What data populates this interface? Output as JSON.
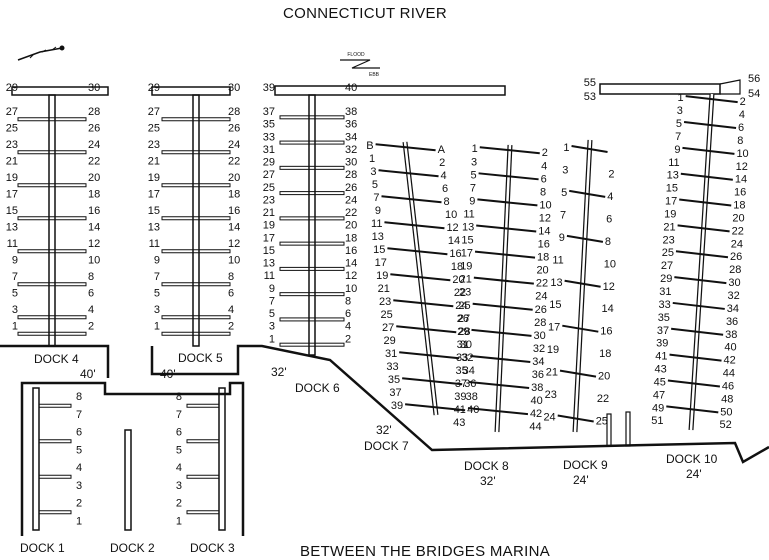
{
  "title": "CONNECTICUT RIVER",
  "footer": "BETWEEN THE BRIDGES MARINA",
  "compass": {
    "flood": "FLOOD",
    "ebb": "EBB"
  },
  "docks": {
    "d1": "DOCK 1",
    "d2": "DOCK 2",
    "d3": "DOCK 3",
    "d4": "DOCK 4",
    "d5": "DOCK 5",
    "d6": "DOCK 6",
    "d7": "DOCK 7",
    "d8": "DOCK 8",
    "d9": "DOCK 9",
    "d10": "DOCK 10"
  },
  "depths": {
    "d4": "40'",
    "d5": "40'",
    "d6": "32'",
    "d7": "32'",
    "d8": "32'",
    "d9": "24'",
    "d10": "24'"
  },
  "slip_numbers": {
    "a": [
      [
        "29",
        "30"
      ],
      [
        "27",
        "28"
      ],
      [
        "25",
        "26"
      ],
      [
        "23",
        "24"
      ],
      [
        "21",
        "22"
      ],
      [
        "19",
        "20"
      ],
      [
        "17",
        "18"
      ],
      [
        "15",
        "16"
      ],
      [
        "13",
        "14"
      ],
      [
        "11",
        "12"
      ],
      [
        "9",
        "10"
      ],
      [
        "7",
        "8"
      ],
      [
        "5",
        "6"
      ],
      [
        "3",
        "4"
      ],
      [
        "1",
        "2"
      ]
    ],
    "c": [
      [
        "39",
        "40"
      ],
      [
        "37",
        "38"
      ],
      [
        "35",
        "36"
      ],
      [
        "33",
        "34"
      ],
      [
        "31",
        "32"
      ],
      [
        "29",
        "30"
      ],
      [
        "27",
        "28"
      ],
      [
        "25",
        "26"
      ],
      [
        "23",
        "24"
      ],
      [
        "21",
        "22"
      ],
      [
        "19",
        "20"
      ],
      [
        "17",
        "18"
      ],
      [
        "15",
        "16"
      ],
      [
        "13",
        "14"
      ],
      [
        "11",
        "12"
      ],
      [
        "9",
        "10"
      ],
      [
        "7",
        "8"
      ],
      [
        "5",
        "6"
      ],
      [
        "3",
        "4"
      ],
      [
        "1",
        "2"
      ]
    ],
    "d7": [
      [
        "39",
        "40"
      ],
      [
        "37",
        "38"
      ],
      [
        "35",
        "36"
      ],
      [
        "33",
        "34"
      ],
      [
        "31",
        "32"
      ],
      [
        "29",
        "30"
      ],
      [
        "27",
        "28"
      ],
      [
        "25",
        "26"
      ],
      [
        "23",
        "24"
      ],
      [
        "21",
        "22"
      ],
      [
        "19",
        "20"
      ],
      [
        "17",
        "18"
      ],
      [
        "15",
        "16"
      ],
      [
        "13",
        "14"
      ],
      [
        "11",
        "12"
      ],
      [
        "9",
        "10"
      ],
      [
        "7",
        "8"
      ],
      [
        "5",
        "6"
      ],
      [
        "3",
        "4"
      ],
      [
        "1",
        "2"
      ],
      [
        "B",
        "A"
      ]
    ],
    "d8": [
      [
        "43",
        "44"
      ],
      [
        "41",
        "42"
      ],
      [
        "39",
        "40"
      ],
      [
        "37",
        "38"
      ],
      [
        "35",
        "36"
      ],
      [
        "33",
        "34"
      ],
      [
        "31",
        "32"
      ],
      [
        "29",
        "30"
      ],
      [
        "27",
        "28"
      ],
      [
        "25",
        "26"
      ],
      [
        "23",
        "24"
      ],
      [
        "21",
        "22"
      ],
      [
        "19",
        "20"
      ],
      [
        "17",
        "18"
      ],
      [
        "15",
        "16"
      ],
      [
        "13",
        "14"
      ],
      [
        "11",
        "12"
      ],
      [
        "9",
        "10"
      ],
      [
        "7",
        "8"
      ],
      [
        "5",
        "6"
      ],
      [
        "3",
        "4"
      ],
      [
        "1",
        "2"
      ]
    ],
    "d9": [
      [
        "24",
        "25"
      ],
      [
        "23",
        "22"
      ],
      [
        "21",
        "20"
      ],
      [
        "19",
        "18"
      ],
      [
        "17",
        "16"
      ],
      [
        "15",
        "14"
      ],
      [
        "13",
        "12"
      ],
      [
        "11",
        "10"
      ],
      [
        "9",
        "8"
      ],
      [
        "7",
        "6"
      ],
      [
        "5",
        "4"
      ],
      [
        "3",
        "2"
      ],
      [
        "1",
        ""
      ]
    ],
    "d10": [
      [
        "55",
        "56"
      ],
      [
        "53",
        "54"
      ],
      [
        "51",
        "52"
      ],
      [
        "49",
        "50"
      ],
      [
        "47",
        "48"
      ],
      [
        "45",
        "46"
      ],
      [
        "43",
        "44"
      ],
      [
        "41",
        "42"
      ],
      [
        "39",
        "40"
      ],
      [
        "37",
        "38"
      ],
      [
        "35",
        "36"
      ],
      [
        "33",
        "34"
      ],
      [
        "31",
        "32"
      ],
      [
        "29",
        "30"
      ],
      [
        "27",
        "28"
      ],
      [
        "25",
        "26"
      ],
      [
        "23",
        "24"
      ],
      [
        "21",
        "22"
      ],
      [
        "19",
        "20"
      ],
      [
        "17",
        "18"
      ],
      [
        "15",
        "16"
      ],
      [
        "13",
        "14"
      ],
      [
        "11",
        "12"
      ],
      [
        "9",
        "10"
      ],
      [
        "7",
        "8"
      ],
      [
        "5",
        "6"
      ],
      [
        "3",
        "4"
      ],
      [
        "1",
        "2"
      ]
    ],
    "small": [
      [
        "8",
        "7"
      ],
      [
        "6",
        "5"
      ],
      [
        "4",
        "3"
      ],
      [
        "2",
        "1"
      ]
    ]
  }
}
